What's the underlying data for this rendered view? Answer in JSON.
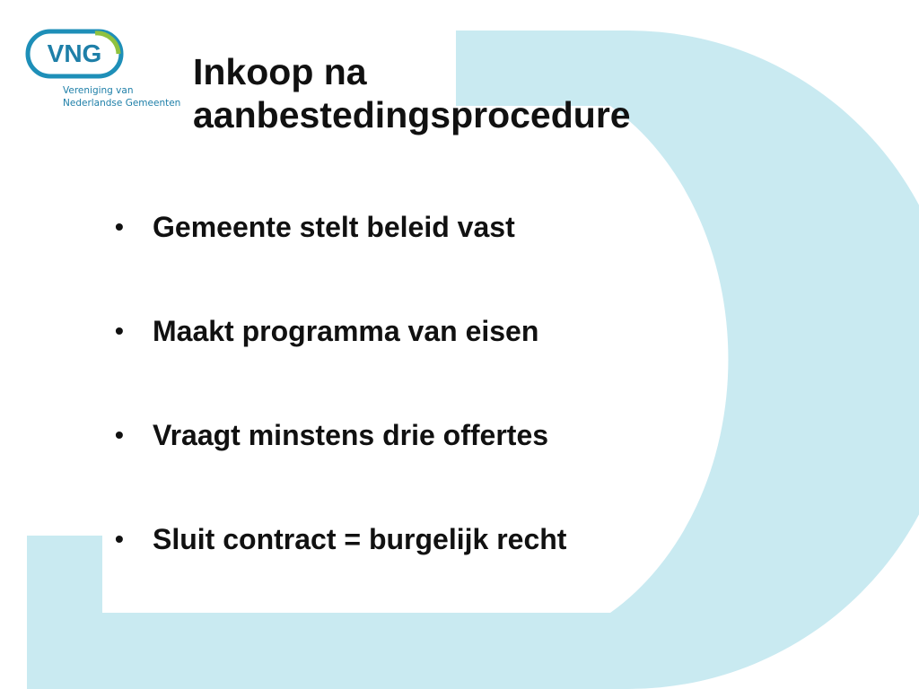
{
  "brand": {
    "logo_text": "VNG",
    "subtitle_line1": "Vereniging van",
    "subtitle_line2": "Nederlandse Gemeenten",
    "colors": {
      "logo_teal": "#1e8fb8",
      "logo_green": "#8fc23f",
      "shape_light_blue": "#c9eaf1"
    }
  },
  "slide": {
    "title_line1": "Inkoop na",
    "title_line2": "aanbestedingsprocedure",
    "bullet_glyph": "•",
    "bullets": [
      "Gemeente stelt beleid vast",
      "Maakt programma van eisen",
      "Vraagt minstens drie offertes",
      "Sluit contract = burgelijk recht"
    ]
  }
}
